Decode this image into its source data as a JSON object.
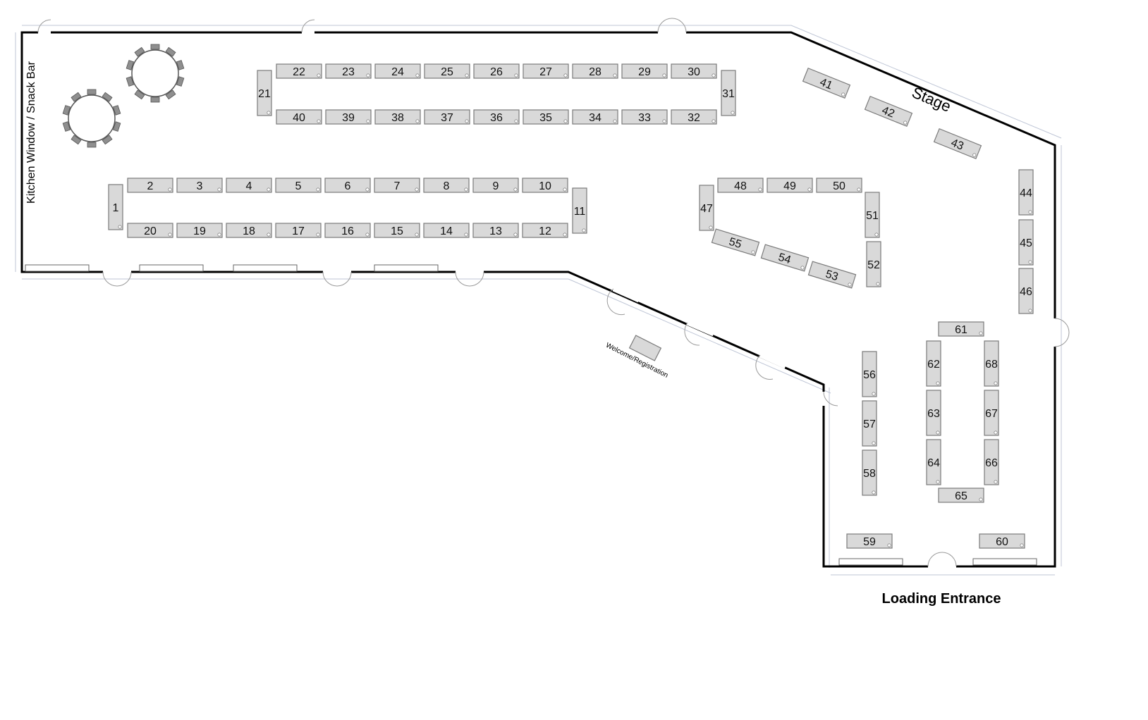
{
  "labels": {
    "kitchen": "Kitchen Window / Snack Bar",
    "stage": "Stage",
    "welcome": "Welcome/Registration",
    "loading": "Loading Entrance"
  },
  "tables": [
    "1",
    "2",
    "3",
    "4",
    "5",
    "6",
    "7",
    "8",
    "9",
    "10",
    "11",
    "12",
    "13",
    "14",
    "15",
    "16",
    "17",
    "18",
    "19",
    "20",
    "21",
    "22",
    "23",
    "24",
    "25",
    "26",
    "27",
    "28",
    "29",
    "30",
    "31",
    "32",
    "33",
    "34",
    "35",
    "36",
    "37",
    "38",
    "39",
    "40",
    "41",
    "42",
    "43",
    "44",
    "45",
    "46",
    "47",
    "48",
    "49",
    "50",
    "51",
    "52",
    "53",
    "54",
    "55",
    "56",
    "57",
    "58",
    "59",
    "60",
    "61",
    "62",
    "63",
    "64",
    "65",
    "66",
    "67",
    "68"
  ]
}
